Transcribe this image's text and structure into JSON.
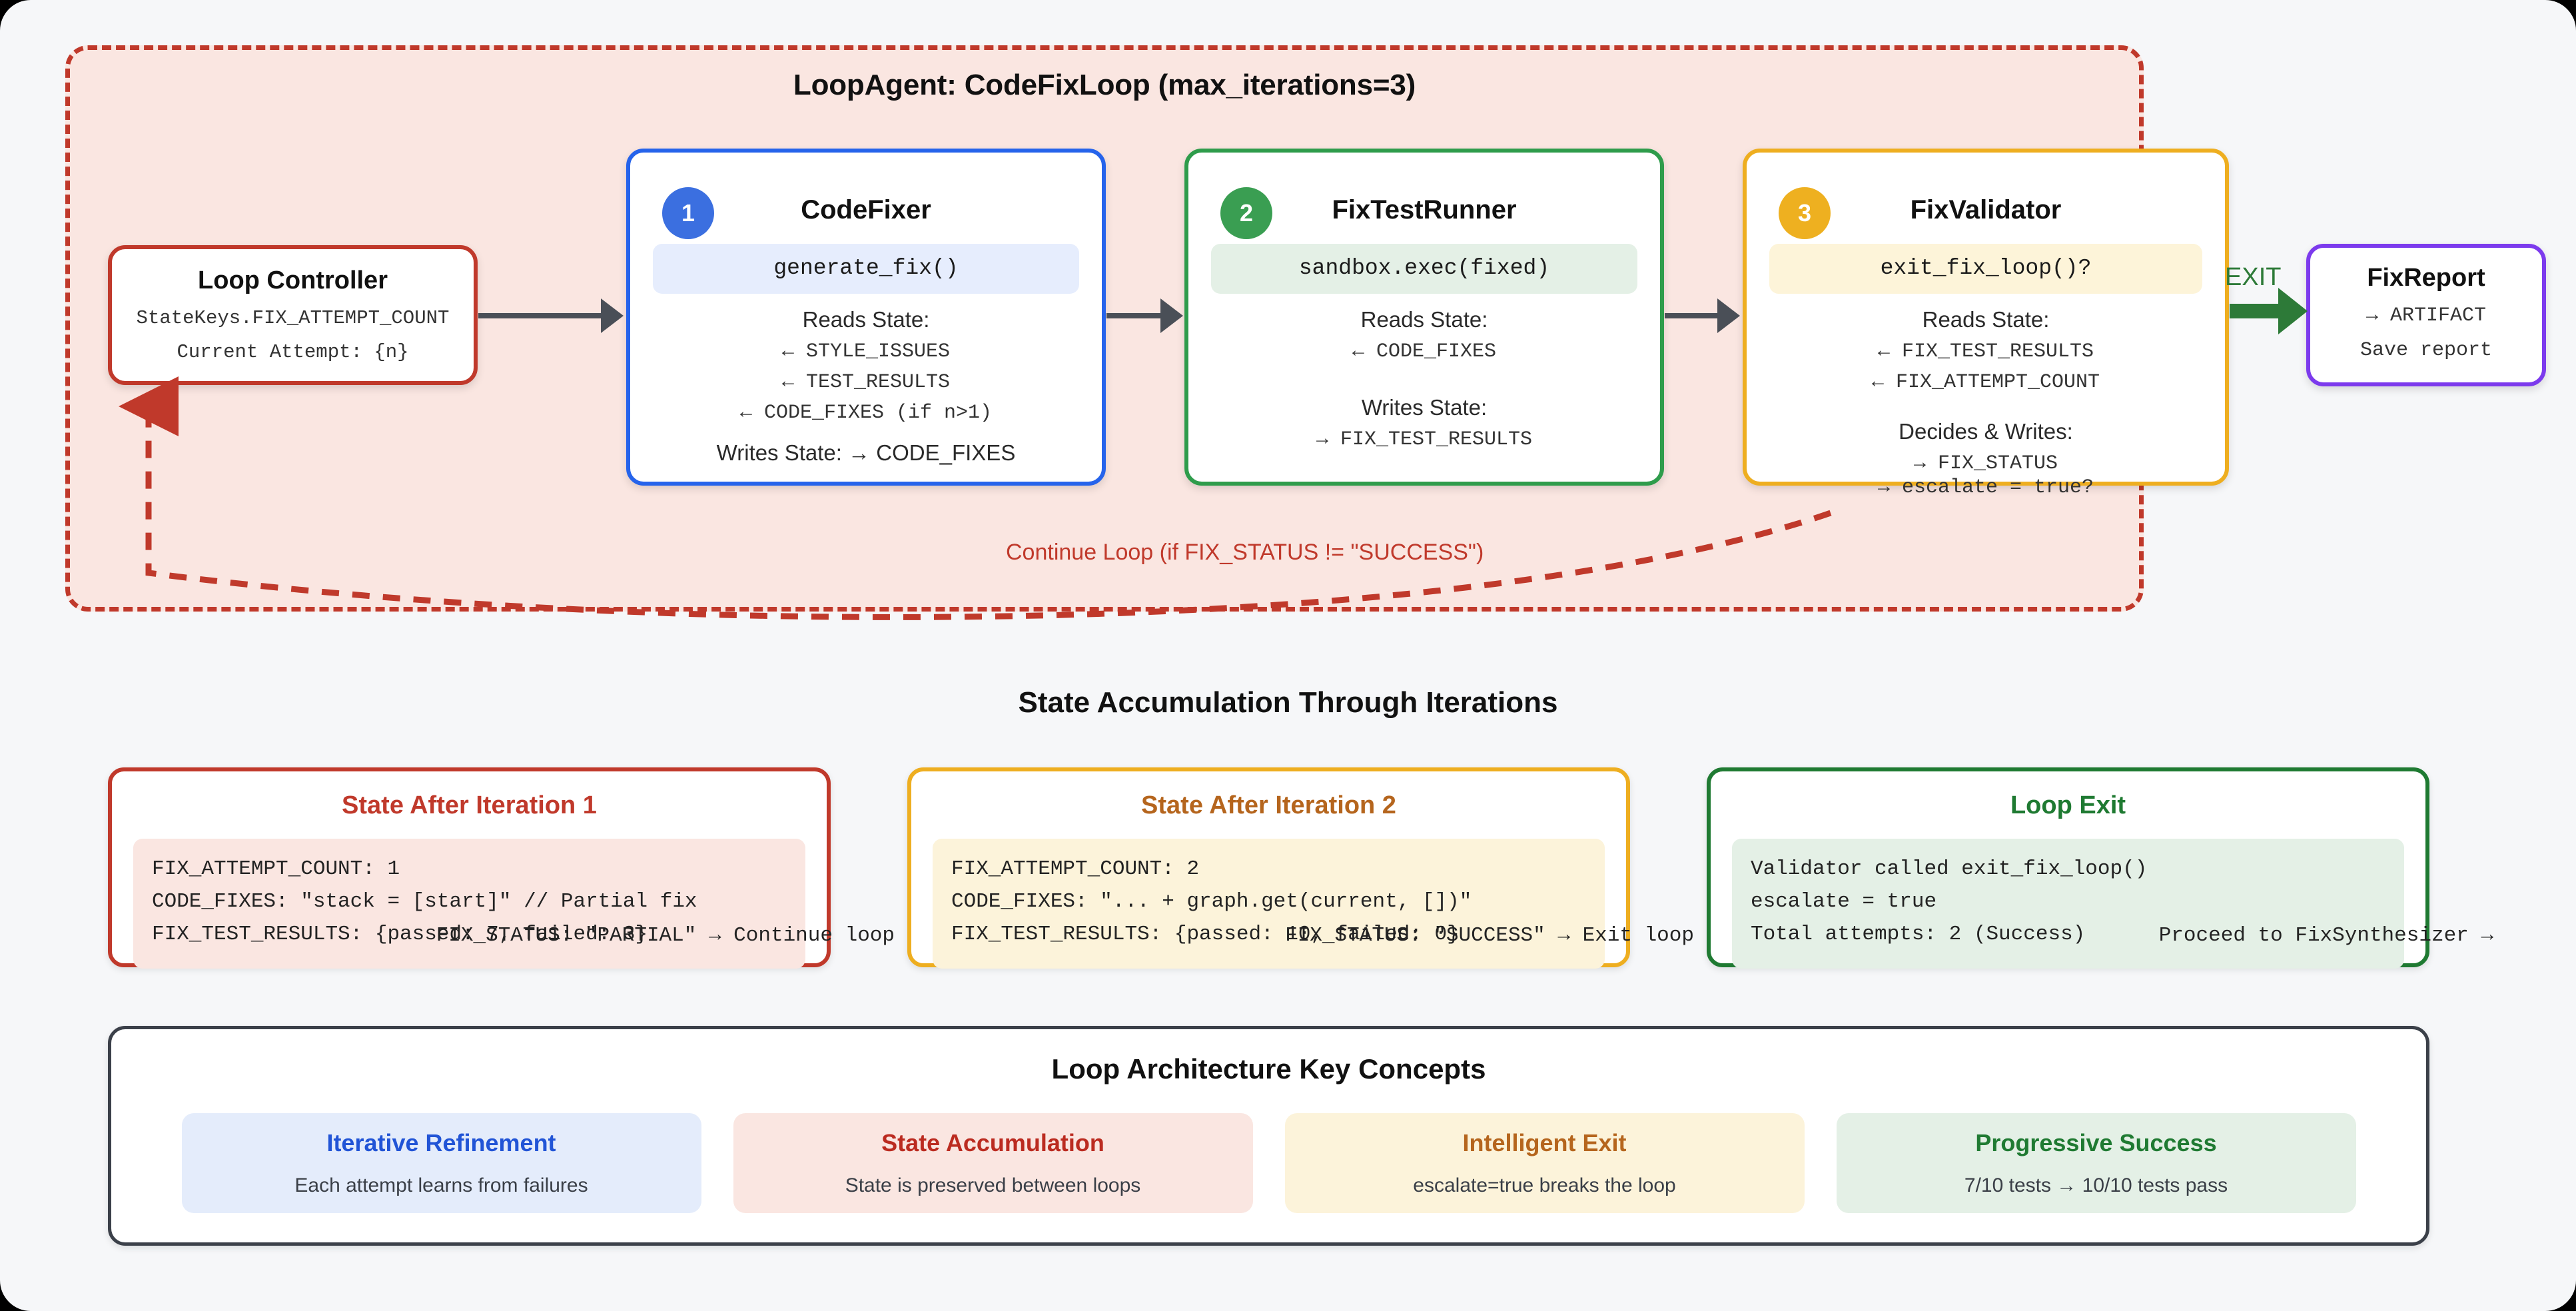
{
  "loop": {
    "title": "LoopAgent: CodeFixLoop (max_iterations=3)",
    "continue_label": "Continue Loop (if FIX_STATUS != \"SUCCESS\")",
    "exit_label": "EXIT"
  },
  "controller": {
    "title": "Loop Controller",
    "line1": "StateKeys.FIX_ATTEMPT_COUNT",
    "line2": "Current Attempt: {n}"
  },
  "nodes": [
    {
      "badge": "1",
      "title": "CodeFixer",
      "code": "generate_fix()",
      "reads_label": "Reads State:",
      "reads": [
        "← STYLE_ISSUES",
        "← TEST_RESULTS",
        "← CODE_FIXES (if n>1)"
      ],
      "writes_inline": "Writes State: → CODE_FIXES",
      "accent": "#2563eb"
    },
    {
      "badge": "2",
      "title": "FixTestRunner",
      "code": "sandbox.exec(fixed)",
      "reads_label": "Reads State:",
      "reads": [
        "← CODE_FIXES"
      ],
      "writes_label": "Writes State:",
      "writes": [
        "→ FIX_TEST_RESULTS"
      ],
      "accent": "#2e9c4b"
    },
    {
      "badge": "3",
      "title": "FixValidator",
      "code": "exit_fix_loop()?",
      "reads_label": "Reads State:",
      "reads": [
        "← FIX_TEST_RESULTS",
        "← FIX_ATTEMPT_COUNT"
      ],
      "writes_label": "Decides & Writes:",
      "writes": [
        "→ FIX_STATUS"
      ],
      "overflow": "→ escalate = true?",
      "accent": "#eeae20"
    }
  ],
  "report": {
    "title": "FixReport",
    "line1": "→ ARTIFACT",
    "line2": "Save report"
  },
  "state_section": {
    "heading": "State Accumulation Through Iterations",
    "cards": [
      {
        "title": "State After Iteration 1",
        "lines": [
          "FIX_ATTEMPT_COUNT: 1",
          "CODE_FIXES: \"stack = [start]\" // Partial fix",
          "FIX_TEST_RESULTS: {passed: 7, failed: 3}"
        ],
        "footer": "FIX_STATUS: \"PARTIAL\" → Continue loop"
      },
      {
        "title": "State After Iteration 2",
        "lines": [
          "FIX_ATTEMPT_COUNT: 2",
          "CODE_FIXES: \"... + graph.get(current, [])\"",
          "FIX_TEST_RESULTS: {passed: 10, failed: 0}"
        ],
        "footer": "FIX_STATUS: \"SUCCESS\" → Exit loop"
      },
      {
        "title": "Loop Exit",
        "lines": [
          "Validator called exit_fix_loop()",
          "escalate = true",
          "Total attempts: 2 (Success)"
        ],
        "footer": "Proceed to FixSynthesizer →"
      }
    ]
  },
  "concepts": {
    "heading": "Loop Architecture Key Concepts",
    "items": [
      {
        "title": "Iterative Refinement",
        "desc": "Each attempt learns from failures",
        "color": "#2154d6"
      },
      {
        "title": "State Accumulation",
        "desc": "State is preserved between loops",
        "color": "#bb2b20"
      },
      {
        "title": "Intelligent Exit",
        "desc": "escalate=true breaks the loop",
        "color": "#b5651d"
      },
      {
        "title": "Progressive Success",
        "desc": "7/10 tests → 10/10 tests pass",
        "color": "#1f7a32"
      }
    ]
  }
}
